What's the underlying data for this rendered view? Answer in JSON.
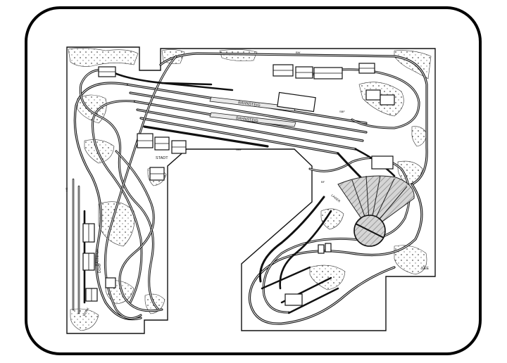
{
  "labels": {
    "bahnsteig_1": "BAHNSTEIG",
    "bahnsteig_2": "BAHNSTEIG",
    "stadt": "STADT",
    "bahnhof": "BAHNHOF",
    "dorf": "DORF",
    "see": "SEE",
    "siding_a": "WERK",
    "siding_b": "LAGER",
    "mark_1": "BW",
    "mark_2": "GBF",
    "mark_3": "SBF",
    "mark_4": "BF",
    "mark_5": "HS"
  },
  "colors": {
    "ink": "#111111",
    "frame": "#000000",
    "background": "#ffffff",
    "rail": "#7a7a7a",
    "fill_gray": "#bdbdbd"
  }
}
